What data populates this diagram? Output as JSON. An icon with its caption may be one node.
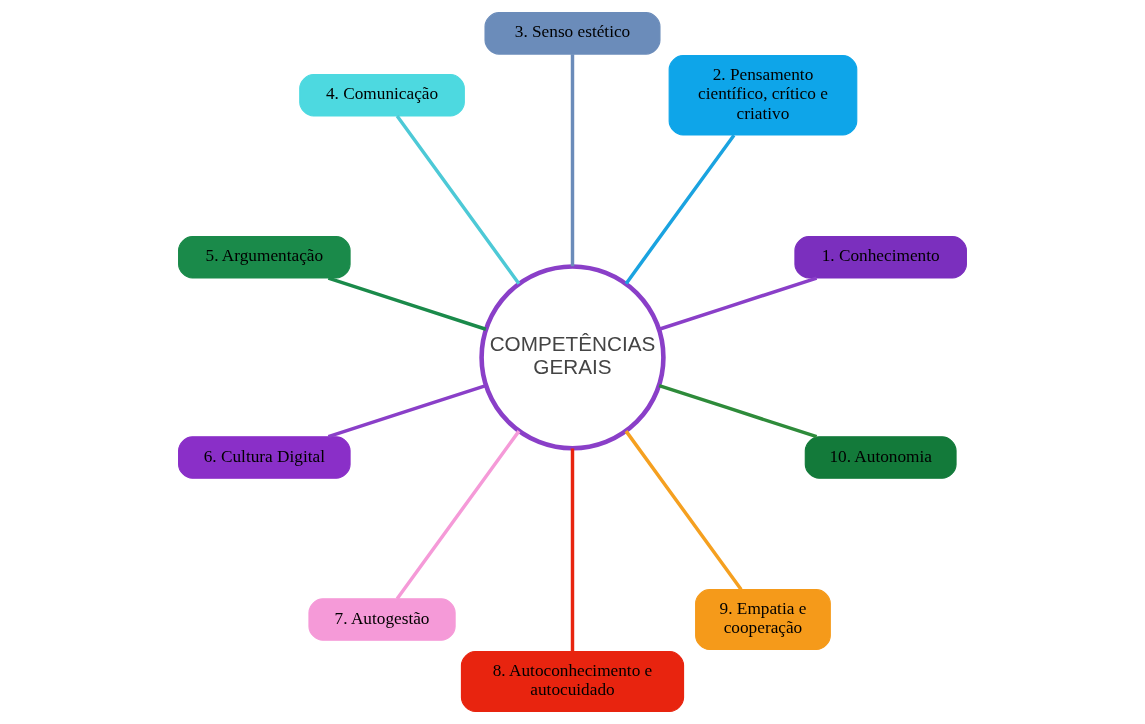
{
  "diagram": {
    "nodes": [
      {
        "text": [
          "COMPETÊNCIAS GERAIS"
        ]
      },
      {
        "text": [
          "1. Conhecimento"
        ]
      },
      {
        "text": [
          "2. Pensamento científico, crítico e criativo"
        ]
      },
      {
        "text": [
          "3. Senso estético"
        ]
      },
      {
        "text": [
          "4. Comunicação"
        ]
      },
      {
        "text": [
          "5. Argumentação"
        ]
      },
      {
        "text": [
          "6. Cultura Digital"
        ]
      },
      {
        "text": [
          "7. Autogestão"
        ]
      },
      {
        "text": [
          "8. Autoconhecimento e autocuidado"
        ]
      },
      {
        "text": [
          "9. Empatia e cooperação"
        ]
      },
      {
        "text": [
          "10. Autonomia"
        ]
      }
    ],
    "edges": [
      {
        "from": 0,
        "to": 1,
        "arrow": "none",
        "color": "#8a3fc8"
      },
      {
        "from": 0,
        "to": 2,
        "arrow": "none",
        "color": "#1aa3e0"
      },
      {
        "from": 0,
        "to": 3,
        "arrow": "none",
        "color": "#6b8cba"
      },
      {
        "from": 0,
        "to": 4,
        "arrow": "none",
        "color": "#4dc9d6"
      },
      {
        "from": 0,
        "to": 5,
        "arrow": "none",
        "color": "#1a8a4a"
      },
      {
        "from": 0,
        "to": 6,
        "arrow": "none",
        "color": "#8a3fc8"
      },
      {
        "from": 0,
        "to": 7,
        "arrow": "none",
        "color": "#f59ad8"
      },
      {
        "from": 0,
        "to": 8,
        "arrow": "none",
        "color": "#e8240f"
      },
      {
        "from": 0,
        "to": 9,
        "arrow": "none",
        "color": "#f5a020"
      },
      {
        "from": 0,
        "to": 10,
        "arrow": "none",
        "color": "#2e8b3a"
      }
    ]
  }
}
